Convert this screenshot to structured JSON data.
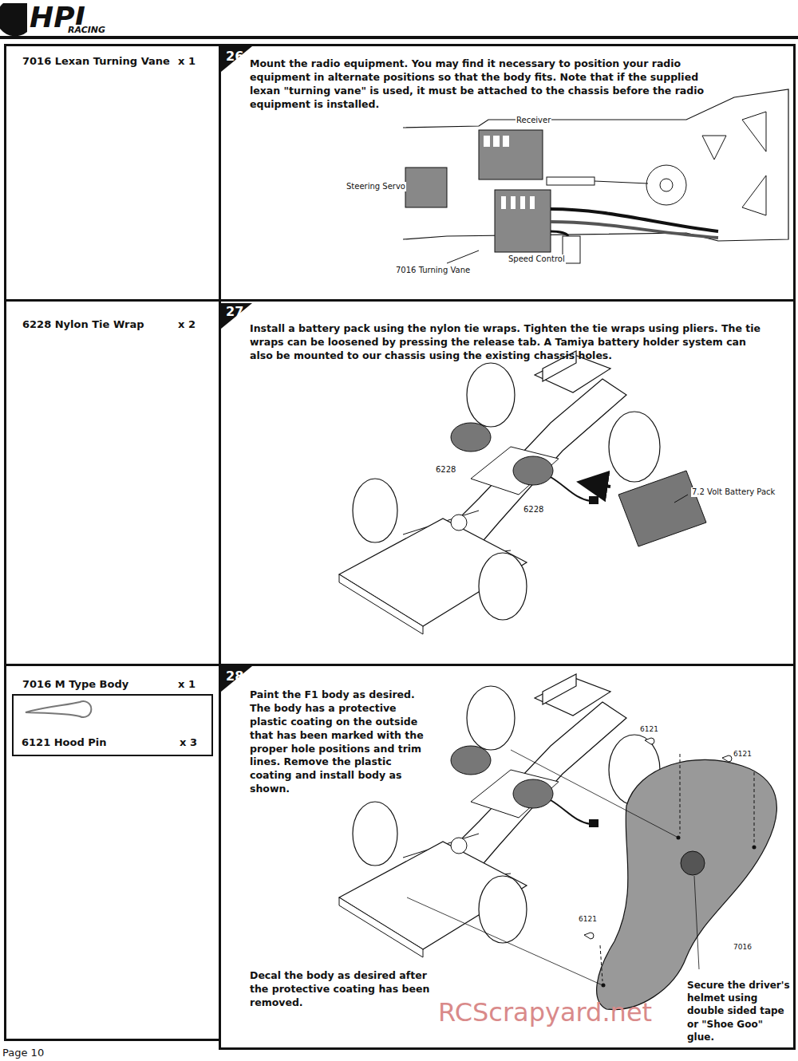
{
  "diagram": {
    "nodes": [
      {
        "text": [
          "7016  Lexan Turning Vane",
          "x 1"
        ]
      },
      {
        "text": [
          "26",
          "Mount the radio equipment. You may find it necessary to position your radio equipment in alternate positions so that the body fits. Note that if the supplied lexan \"turning vane\" is used, it must be attached to the chassis before the radio equipment is installed."
        ]
      },
      {
        "text": [
          "6228  Nylon Tie Wrap",
          "x 2"
        ]
      },
      {
        "text": [
          "27",
          "Install a battery pack using the nylon tie wraps. Tighten the tie wraps using pliers. The tie wraps can be loosened by pressing the release tab. A Tamiya battery holder system can also be mounted to our chassis using the existing chassis holes."
        ]
      },
      {
        "text": [
          "7016  M Type Body",
          "x 1"
        ]
      },
      {
        "text": [
          "6121  Hood Pin",
          "x 3"
        ],
        "in": 4
      },
      {
        "text": [
          "28",
          "Paint the F1 body as desired. The body has a protective plastic coating on the outside that has been marked with the proper hole positions and trim lines. Remove the plastic coating and install body as shown.",
          "Decal the body as desired after the protective coating has been removed.",
          "Secure the driver's helmet using double sided tape or \"Shoe Goo\" glue."
        ]
      }
    ],
    "labels": [
      "HPI",
      "RACING",
      "Receiver",
      "Steering Servo",
      "Speed Control",
      "7016 Turning Vane",
      "6228",
      "6228",
      "7.2 Volt Battery Pack",
      "6121",
      "6121",
      "6121",
      "7016",
      "RCScrapyard.net",
      "Page 10"
    ]
  }
}
